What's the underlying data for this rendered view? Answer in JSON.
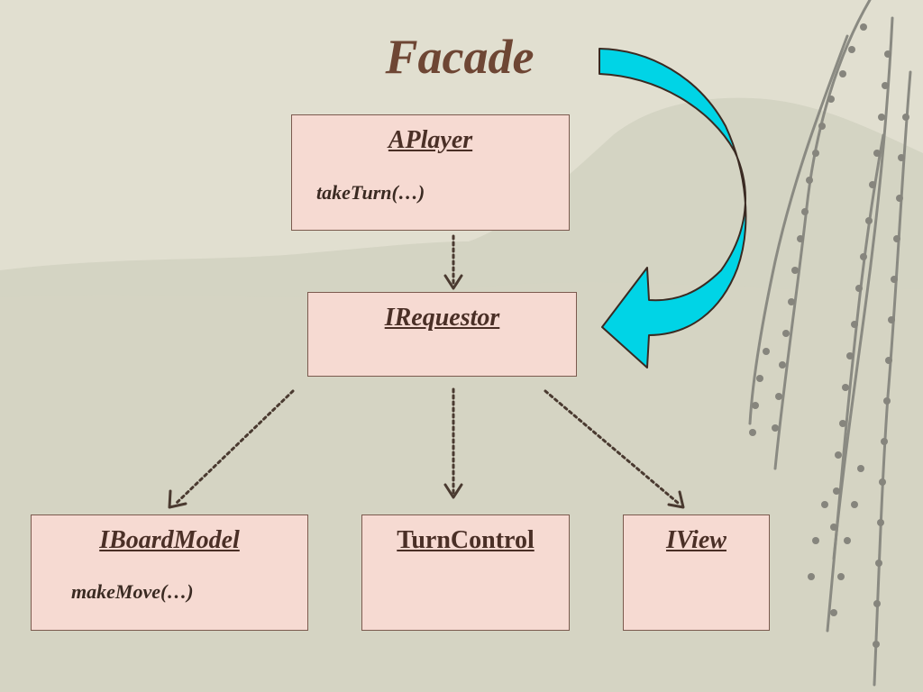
{
  "slide": {
    "title": "Facade",
    "colors": {
      "background": "#e1dfd0",
      "box_fill": "#f6dad2",
      "box_border": "#7b5a4e",
      "title": "#6e4634",
      "connector": "#4a3a30",
      "facade_arrow": "#00d4e6"
    }
  },
  "nodes": {
    "aplayer": {
      "name": "APlayer",
      "method": "takeTurn(…)"
    },
    "irequestor": {
      "name": "IRequestor"
    },
    "iboardmodel": {
      "name": "IBoardModel",
      "method": "makeMove(…)"
    },
    "turncontrol": {
      "name": "TurnControl"
    },
    "iview": {
      "name": "IView"
    }
  },
  "edges": [
    {
      "from": "APlayer",
      "to": "IRequestor",
      "style": "dotted"
    },
    {
      "from": "IRequestor",
      "to": "IBoardModel",
      "style": "dotted"
    },
    {
      "from": "IRequestor",
      "to": "TurnControl",
      "style": "dotted"
    },
    {
      "from": "IRequestor",
      "to": "IView",
      "style": "dotted"
    }
  ]
}
